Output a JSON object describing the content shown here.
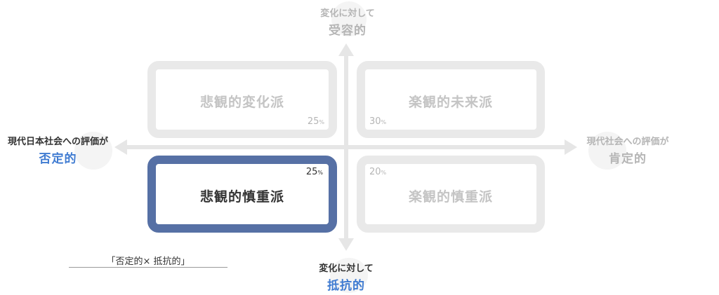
{
  "axes": {
    "top": {
      "small": "変化に対して",
      "big": "受容的"
    },
    "bottom": {
      "small": "変化に対して",
      "big": "抵抗的"
    },
    "left": {
      "small": "現代日本社会への評価が",
      "big": "否定的"
    },
    "right": {
      "small": "現代社会への評価が",
      "big": "肯定的"
    }
  },
  "quadrants": [
    {
      "id": "top-left",
      "name": "悲観的変化派",
      "percent": "25",
      "unit": "%",
      "selected": false
    },
    {
      "id": "top-right",
      "name": "楽観的未来派",
      "percent": "30",
      "unit": "%",
      "selected": false
    },
    {
      "id": "bottom-left",
      "name": "悲観的慎重派",
      "percent": "25",
      "unit": "%",
      "selected": true
    },
    {
      "id": "bottom-right",
      "name": "楽観的慎重派",
      "percent": "20",
      "unit": "%",
      "selected": false
    }
  ],
  "caption": "「否定的× 抵抗的」",
  "colors": {
    "selected_border": "#5670a5",
    "accent_text": "#3f7bd1",
    "inactive_border": "#e9e9e9",
    "axis": "#e6e6e6"
  }
}
